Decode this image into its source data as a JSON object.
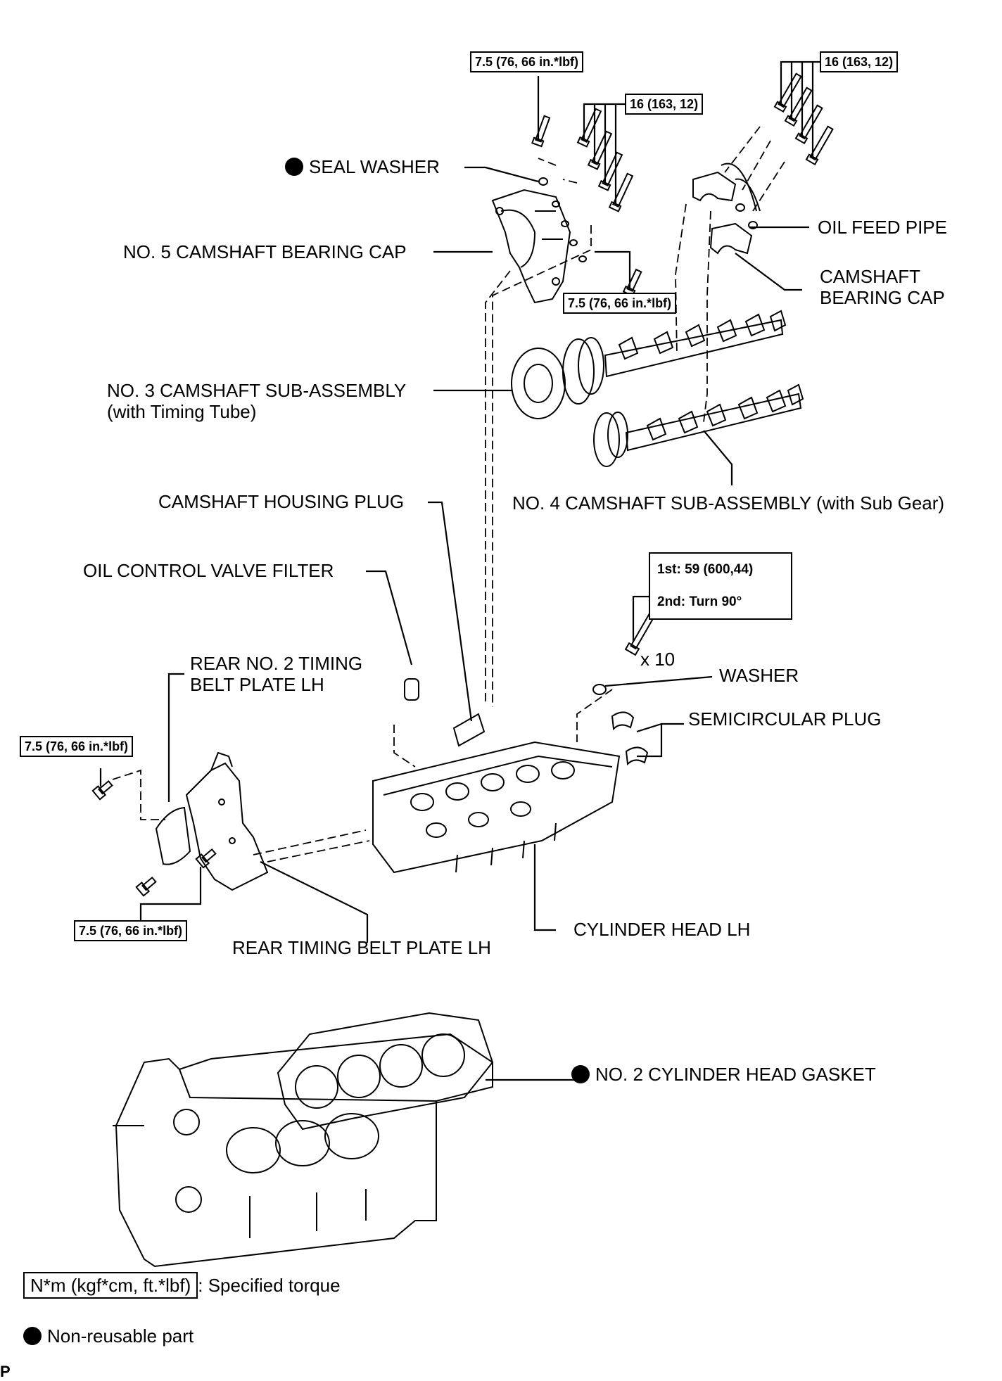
{
  "labels": {
    "seal_washer": "SEAL WASHER",
    "no5_cap": "NO. 5 CAMSHAFT BEARING CAP",
    "oil_feed_pipe": "OIL FEED PIPE",
    "camshaft_bearing_cap_line1": "CAMSHAFT",
    "camshaft_bearing_cap_line2": "BEARING CAP",
    "no3_camshaft_line1": "NO. 3 CAMSHAFT SUB-ASSEMBLY",
    "no3_camshaft_line2": "(with Timing Tube)",
    "camshaft_housing_plug": "CAMSHAFT HOUSING PLUG",
    "no4_camshaft": "NO. 4 CAMSHAFT SUB-ASSEMBLY (with Sub Gear)",
    "ocv_filter": "OIL CONTROL VALVE FILTER",
    "rear_no2_plate_line1": "REAR NO. 2 TIMING",
    "rear_no2_plate_line2": "BELT PLATE LH",
    "x10": "x 10",
    "washer": "WASHER",
    "semicircular_plug": "SEMICIRCULAR PLUG",
    "cylinder_head_lh": "CYLINDER HEAD LH",
    "rear_timing_plate": "REAR TIMING BELT PLATE LH",
    "no2_gasket": "NO. 2 CYLINDER HEAD GASKET"
  },
  "torques": {
    "t_7_5": "7.5 (76, 66 in.*lbf)",
    "t_16": "16 (163, 12)",
    "head_bolt_step1": "1st: 59 (600,44)",
    "head_bolt_step2": "2nd: Turn 90°"
  },
  "legend": {
    "torque_box": "N*m (kgf*cm, ft.*lbf)",
    "torque_desc": ": Specified torque",
    "nonreusable": "Non-reusable part"
  },
  "corner_mark": "P",
  "colors": {
    "line": "#000000",
    "background": "#ffffff"
  }
}
